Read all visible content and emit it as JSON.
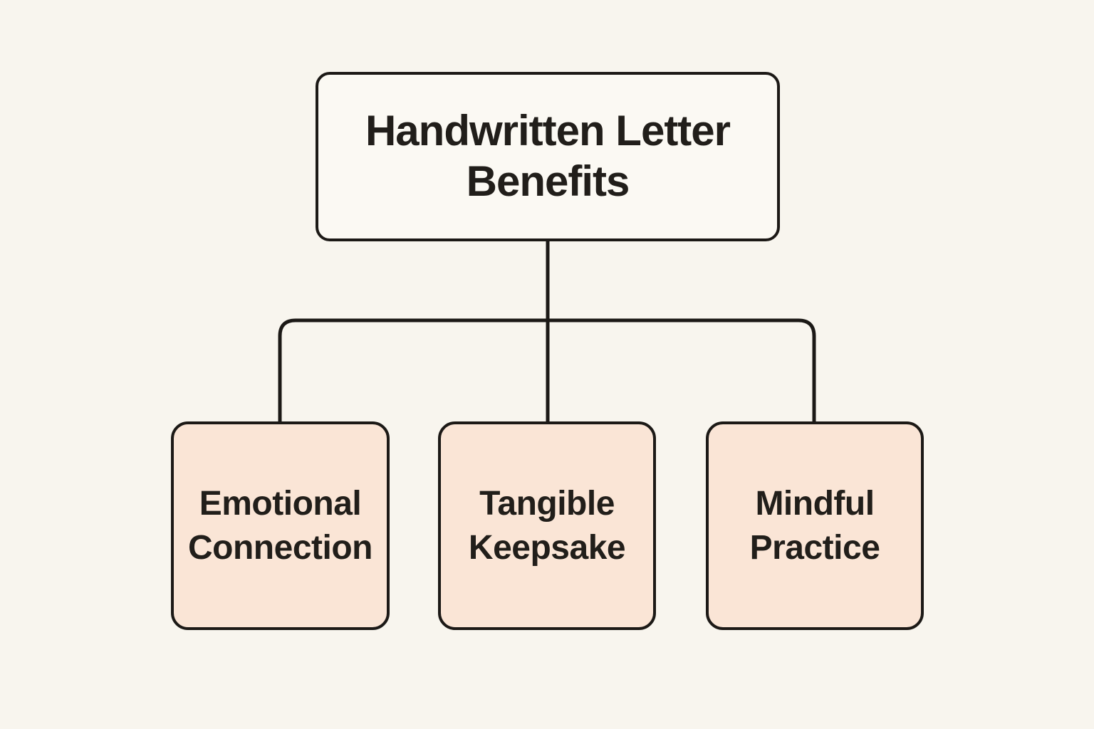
{
  "diagram": {
    "title_node": {
      "label": "Handwritten Letter Benefits"
    },
    "child_nodes": [
      {
        "label": "Emotional Connection"
      },
      {
        "label": "Tangible Keepsake"
      },
      {
        "label": "Mindful Practice"
      }
    ],
    "colors": {
      "background": "#f8f5ee",
      "root_fill": "#fbf9f3",
      "child_fill": "#fae5d6",
      "border": "#1c1916",
      "line": "#1c1916",
      "text": "#211e1a"
    }
  }
}
